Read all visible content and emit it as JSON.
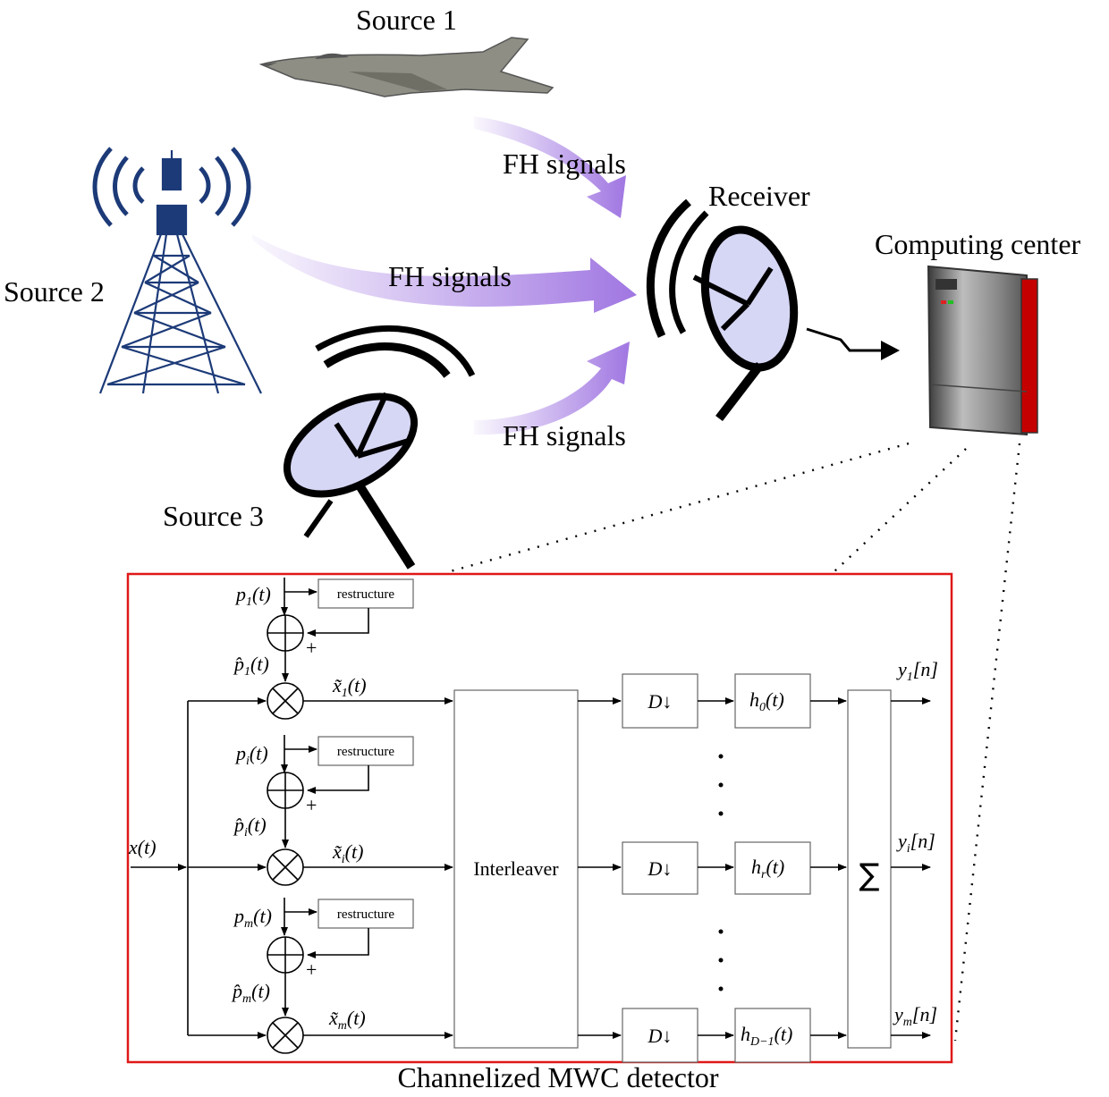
{
  "labels": {
    "source1": "Source 1",
    "source2": "Source 2",
    "source3": "Source 3",
    "fh1": "FH signals",
    "fh2": "FH signals",
    "fh3": "FH signals",
    "receiver": "Receiver",
    "computing_center": "Computing center",
    "caption": "Channelized MWC detector"
  },
  "detector": {
    "input": "x(t)",
    "restructure": "restructure",
    "interleaver": "Interleaver",
    "downsample": "D↓",
    "sum": "∑",
    "plus": "+",
    "branches": [
      {
        "p": "p",
        "p_sub": "1",
        "phat": "p̂",
        "phat_sub": "1",
        "x": "x̃",
        "x_sub": "1",
        "arg": "(t)"
      },
      {
        "p": "p",
        "p_sub": "i",
        "phat": "p̂",
        "phat_sub": "i",
        "x": "x̃",
        "x_sub": "i",
        "arg": "(t)"
      },
      {
        "p": "p",
        "p_sub": "m",
        "phat": "p̂",
        "phat_sub": "m",
        "x": "x̃",
        "x_sub": "m",
        "arg": "(t)"
      }
    ],
    "filters": [
      {
        "h": "h",
        "sub": "0",
        "arg": "(t)"
      },
      {
        "h": "h",
        "sub": "r",
        "arg": "(t)"
      },
      {
        "h": "h",
        "sub": "D−1",
        "arg": "(t)"
      }
    ],
    "outputs": [
      {
        "y": "y",
        "sub": "1",
        "arg": "[n]"
      },
      {
        "y": "y",
        "sub": "i",
        "arg": "[n]"
      },
      {
        "y": "y",
        "sub": "m",
        "arg": "[n]"
      }
    ]
  },
  "colors": {
    "frame": "#e01818",
    "arrow": "#9b6fe0",
    "dish": "#d6d6f5",
    "tower": "#1c3a78",
    "server_red": "#c40000"
  }
}
